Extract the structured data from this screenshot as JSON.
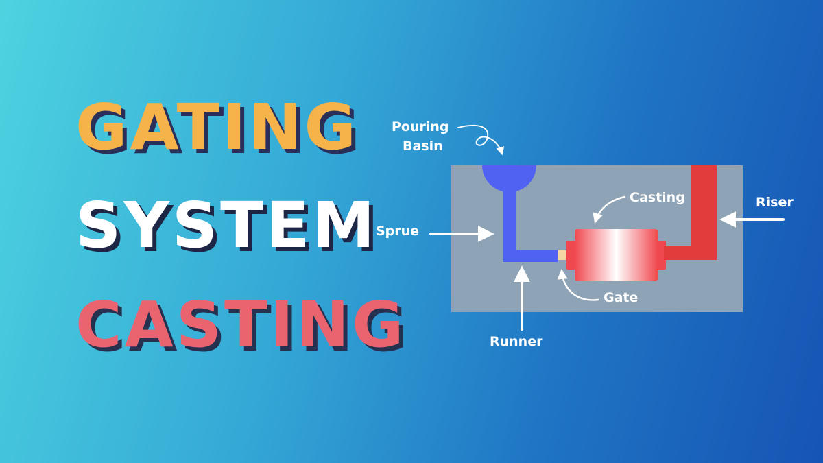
{
  "headline": {
    "line1": "GATING",
    "line2": "SYSTEM",
    "line3": "CASTING"
  },
  "colors": {
    "line1": "#f5b34a",
    "line2": "#ffffff",
    "line3": "#ea6470",
    "mold": "#8fa3b6",
    "pouring_system": "#4f62f2",
    "riser": "#e23c3c",
    "casting": "#f0484f",
    "gate": "#f3d6a4"
  },
  "diagram": {
    "labels": {
      "pouring_basin_line1": "Pouring",
      "pouring_basin_line2": "Basin",
      "sprue": "Sprue",
      "runner": "Runner",
      "casting": "Casting",
      "gate": "Gate",
      "riser": "Riser"
    }
  }
}
